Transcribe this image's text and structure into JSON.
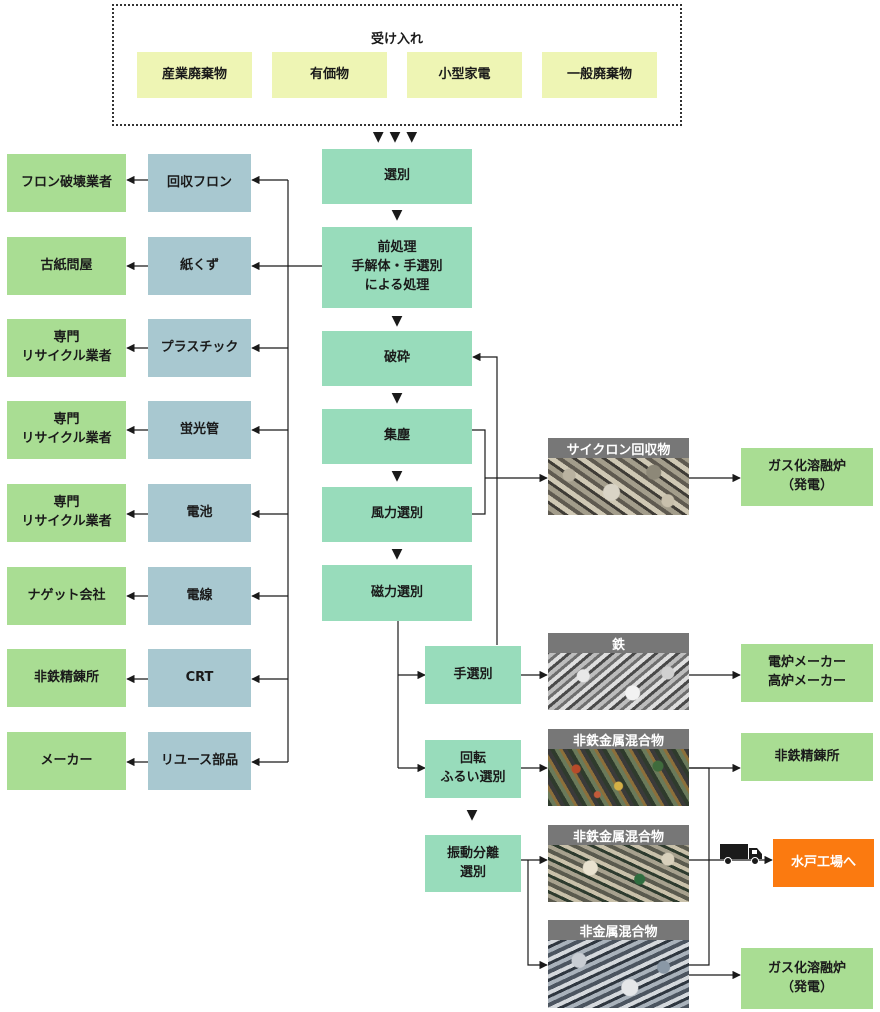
{
  "intake": {
    "title": "受け入れ",
    "items": [
      "産業廃棄物",
      "有価物",
      "小型家電",
      "一般廃棄物"
    ]
  },
  "process": {
    "sorting": "選別",
    "pretreatment": "前処理\n手解体・手選別\nによる処理",
    "crushing": "破砕",
    "dust_collection": "集塵",
    "wind_sorting": "風力選別",
    "magnetic_sorting": "磁力選別",
    "hand_sorting": "手選別",
    "rotary_sieve": "回転\nふるい選別",
    "vibration_separation": "振動分離\n選別"
  },
  "recovered": [
    {
      "item": "回収フロン",
      "destination": "フロン破壊業者"
    },
    {
      "item": "紙くず",
      "destination": "古紙問屋"
    },
    {
      "item": "プラスチック",
      "destination": "専門\nリサイクル業者"
    },
    {
      "item": "蛍光管",
      "destination": "専門\nリサイクル業者"
    },
    {
      "item": "電池",
      "destination": "専門\nリサイクル業者"
    },
    {
      "item": "電線",
      "destination": "ナゲット会社"
    },
    {
      "item": "CRT",
      "destination": "非鉄精錬所"
    },
    {
      "item": "リユース部品",
      "destination": "メーカー"
    }
  ],
  "products": {
    "cyclone": "サイクロン回収物",
    "iron": "鉄",
    "nonferrous_mix_1": "非鉄金属混合物",
    "nonferrous_mix_2": "非鉄金属混合物",
    "nonmetal_mix": "非金属混合物"
  },
  "destinations": {
    "gas_furnace_1": "ガス化溶融炉\n（発電）",
    "electric_furnace": "電炉メーカー\n高炉メーカー",
    "nonferrous_smelter": "非鉄精錬所",
    "mito_factory": "水戸工場へ",
    "gas_furnace_2": "ガス化溶融炉\n（発電）"
  },
  "icons": {
    "down_arrow": "▼",
    "truck": "truck-icon"
  },
  "colors": {
    "intake": "#eef5b4",
    "process": "#98dcbb",
    "recovered": "#a8c8d0",
    "destination": "#a9dd93",
    "highlight": "#fb7a10",
    "photo_title": "#777777"
  }
}
